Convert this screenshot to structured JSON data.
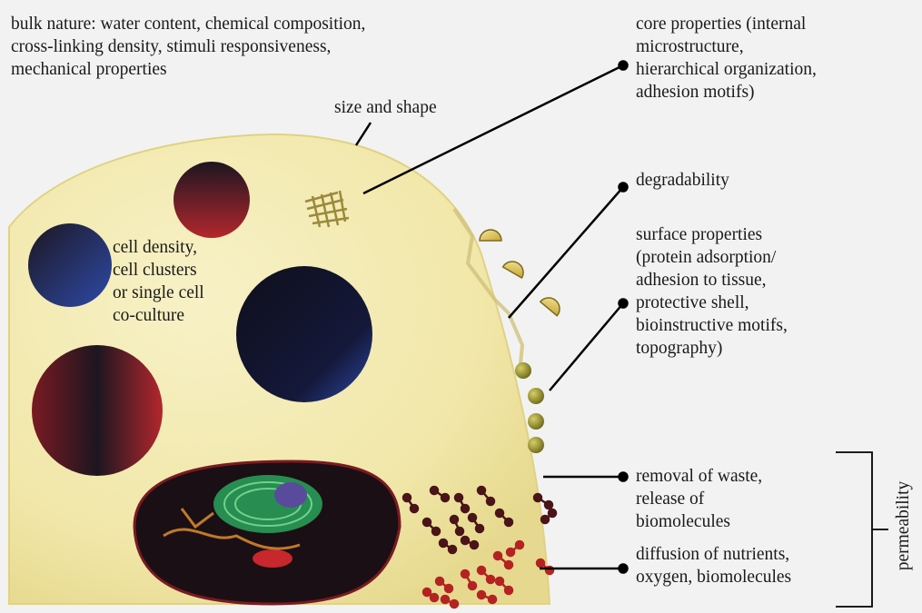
{
  "labels": {
    "bulk_nature": "bulk nature: water content, chemical composition,\ncross-linking density, stimuli responsiveness,\nmechanical properties",
    "size_shape": "size and shape",
    "core_properties": "core properties (internal\nmicrostructure,\nhierarchical organization,\nadhesion motifs)",
    "degradability": "degradability",
    "surface_properties": "surface properties\n(protein adsorption/\nadhesion to tissue,\nprotective shell,\nbioinstructive motifs,\ntopography)",
    "cell_density": "cell density,\ncell clusters\nor single cell\nco-culture",
    "removal_waste": "removal of waste,\nrelease of\nbiomolecules",
    "diffusion": "diffusion of nutrients,\noxygen, biomolecules",
    "permeability": "permeability"
  },
  "colors": {
    "hydrogel": "#f3ebb0",
    "hydrogel_edge": "#e3d68a",
    "pointer": "#000000",
    "cell_dark": "#1c1620",
    "cell_red": "#b3272d",
    "cell_blue": "#2e4aa8",
    "mesh": "#9b8a3c",
    "shell_bead": "#8f8a2a",
    "molecule_dark": "#4a1418",
    "molecule_red": "#b52222",
    "nucleus_green": "#2aa35a",
    "nucleus_purple": "#5a4a9c"
  }
}
